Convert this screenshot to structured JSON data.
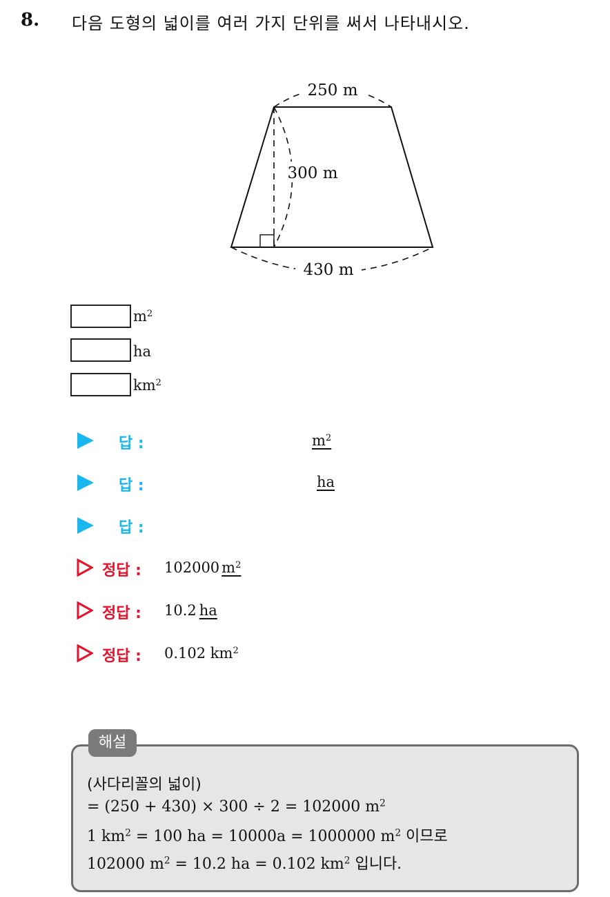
{
  "question": {
    "number": "8.",
    "text": "다음 도형의 넓이를 여러 가지 단위를 써서 나타내시오."
  },
  "figure": {
    "top_label": "250 m",
    "height_label": "300 m",
    "bottom_label": "430 m"
  },
  "boxes": {
    "unit1": "m",
    "unit1_exp": "2",
    "unit2": "ha",
    "unit3": "km",
    "unit3_exp": "2"
  },
  "answers": {
    "label": "답 :",
    "row1_unit": "m",
    "row1_unit_exp": "2",
    "row2_unit": "ha"
  },
  "correct": {
    "label": "정답 :",
    "row1_value": "102000",
    "row1_unit": "m",
    "row1_unit_exp": "2",
    "row2_value": "10.2",
    "row2_unit": "ha",
    "row3_value": "0.102 km",
    "row3_exp": "2"
  },
  "explanation": {
    "tag": "해설",
    "line1": "(사다리꼴의 넓이)",
    "line2_a": "= (250 + 430) × 300 ÷ 2 = 102000 m",
    "line2_exp": "2",
    "line3_a": "1 km",
    "line3_exp1": "2",
    "line3_b": " = 100 ha = 10000a = 1000000 m",
    "line3_exp2": "2",
    "line3_c": " 이므로",
    "line4_a": "102000 m",
    "line4_exp1": "2",
    "line4_b": " = 10.2 ha = 0.102 km",
    "line4_exp2": "2",
    "line4_c": " 입니다."
  }
}
